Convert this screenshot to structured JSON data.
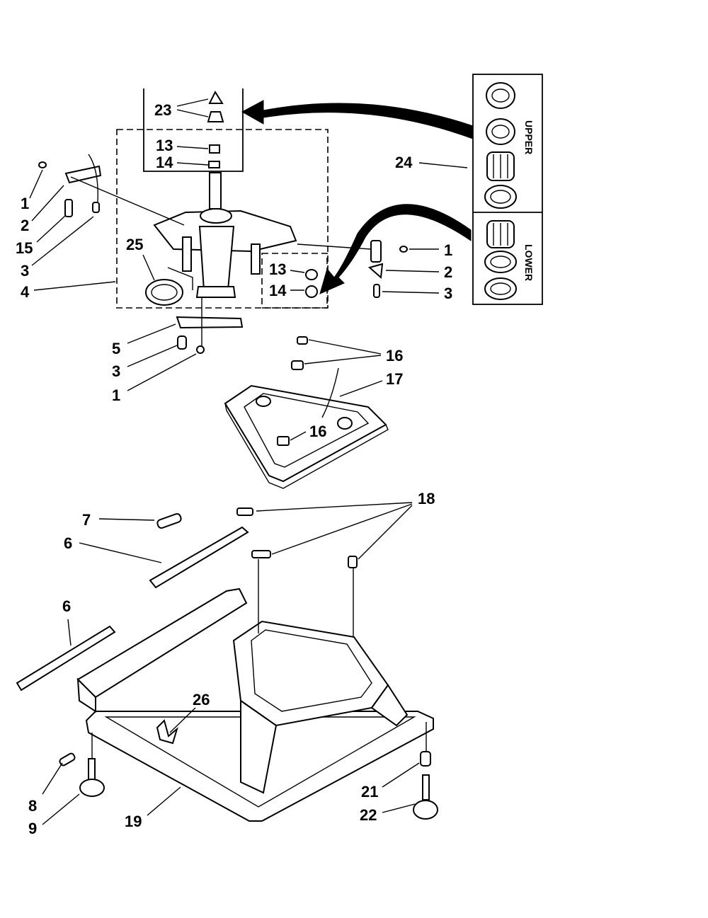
{
  "callouts": {
    "c23": "23",
    "c13_top": "13",
    "c14_top": "14",
    "c24": "24",
    "c1_left": "1",
    "c2_left": "2",
    "c15": "15",
    "c3_left": "3",
    "c4": "4",
    "c25": "25",
    "c13_box": "13",
    "c14_box": "14",
    "c1_right": "1",
    "c2_right": "2",
    "c3_right": "3",
    "c5": "5",
    "c3_low": "3",
    "c1_low": "1",
    "c16_top": "16",
    "c17": "17",
    "c16_mid": "16",
    "c7": "7",
    "c6_upper": "6",
    "c18": "18",
    "c6_lower": "6",
    "c26": "26",
    "c8": "8",
    "c9": "9",
    "c19": "19",
    "c21": "21",
    "c22": "22"
  },
  "legend": {
    "upper": "UPPER",
    "lower": "LOWER"
  }
}
